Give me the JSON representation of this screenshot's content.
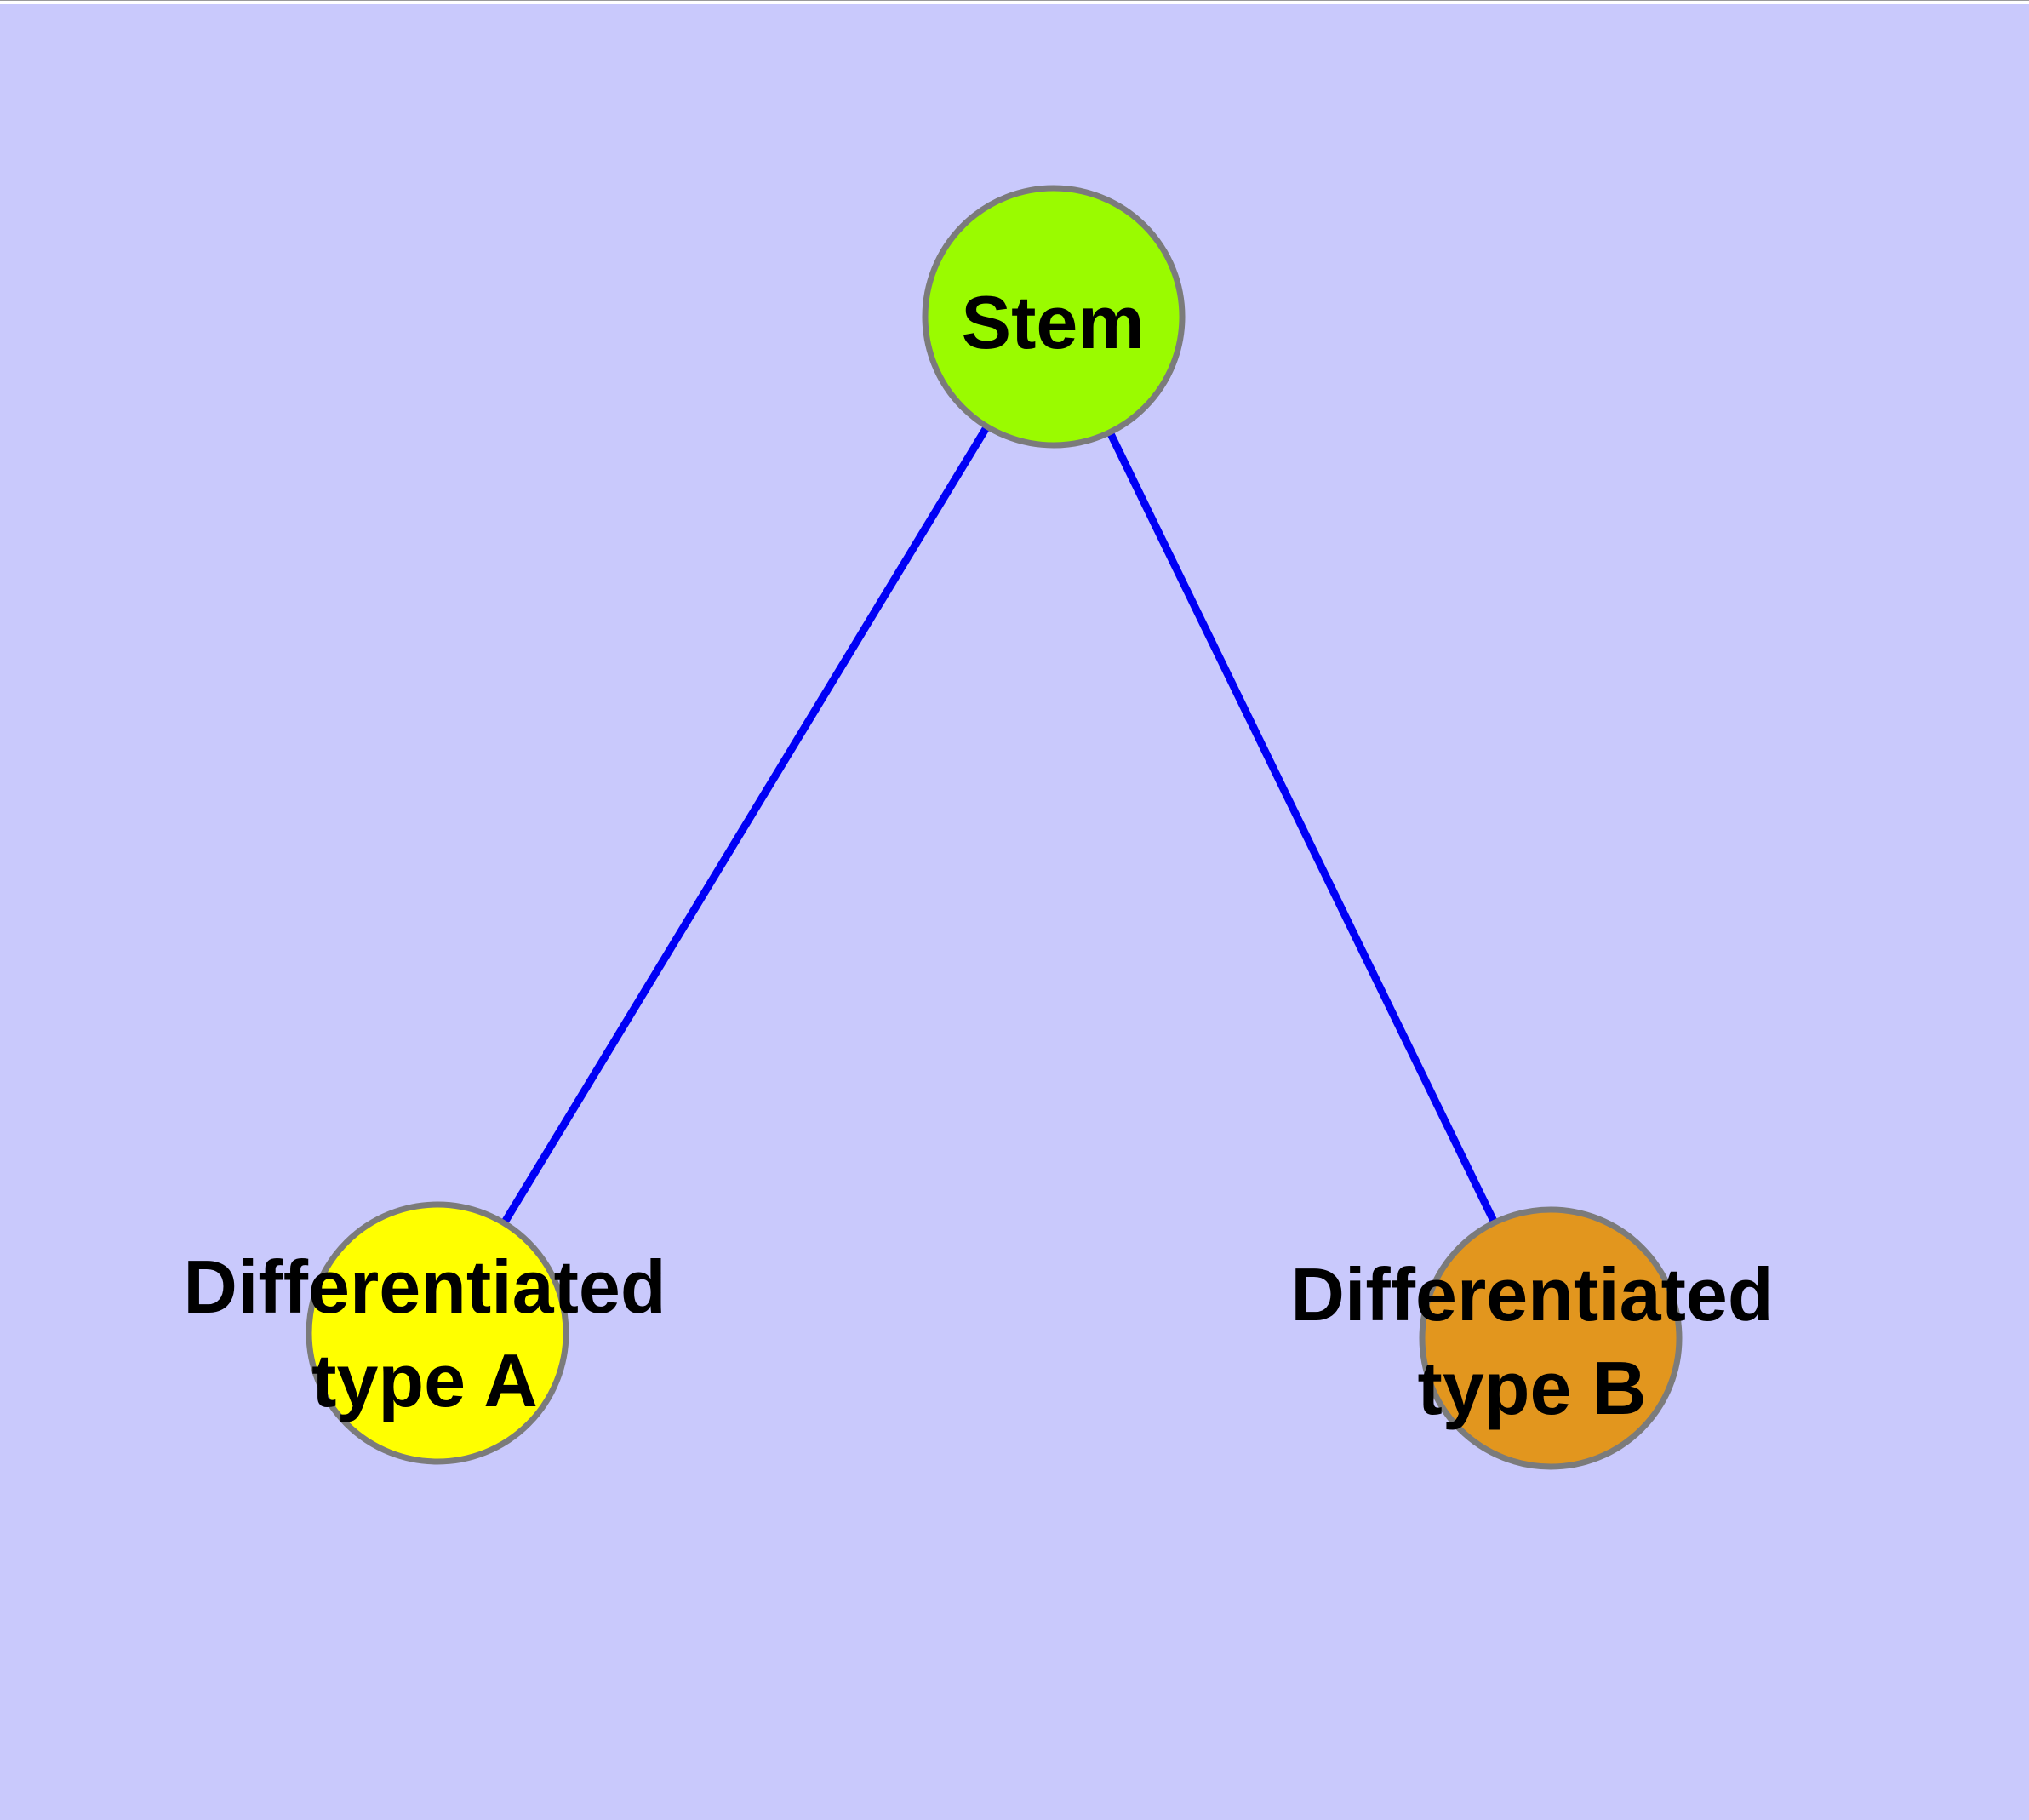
{
  "colors": {
    "background": "#c9c9fc",
    "edge": "#0000f5",
    "node_border": "#7b7b7b",
    "label_text": "#000000",
    "top_border_line": "#9a9a9a",
    "top_border_strip": "#ffffff"
  },
  "graph": {
    "nodes": [
      {
        "id": "stem",
        "label": "Stem",
        "label_lines": [
          "Stem"
        ],
        "fill": "#9afb00"
      },
      {
        "id": "type_a",
        "label": "Differentiated type A",
        "label_lines": [
          "Differentiated",
          "type A"
        ],
        "fill": "#ffff00"
      },
      {
        "id": "type_b",
        "label": "Differentiated type B",
        "label_lines": [
          "Differentiated",
          "type B"
        ],
        "fill": "#e2961e"
      }
    ],
    "edges": [
      {
        "from": "stem",
        "to": "type_a"
      },
      {
        "from": "stem",
        "to": "type_b"
      }
    ]
  }
}
